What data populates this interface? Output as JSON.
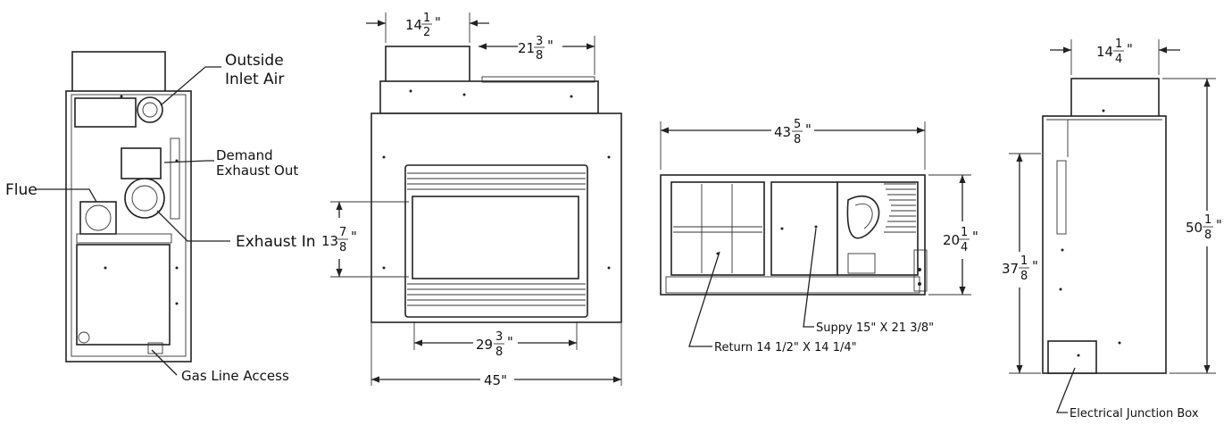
{
  "side_view": {
    "labels": {
      "outside_inlet_air_line1": "Outside",
      "outside_inlet_air_line2": "Inlet Air",
      "demand_exhaust_line1": "Demand",
      "demand_exhaust_line2": "Exhaust Out",
      "flue": "Flue",
      "exhaust_in": "Exhaust In",
      "gas_line_access": "Gas Line Access"
    }
  },
  "front_view": {
    "dims": {
      "collar_width_whole": "14",
      "collar_width_num": "1",
      "collar_width_den": "2",
      "collar_width_unit": "\"",
      "top_offset_whole": "21",
      "top_offset_num": "3",
      "top_offset_den": "8",
      "top_offset_unit": "\"",
      "opening_height_whole": "13",
      "opening_height_num": "7",
      "opening_height_den": "8",
      "opening_height_unit": "\"",
      "opening_width_whole": "29",
      "opening_width_num": "3",
      "opening_width_den": "8",
      "opening_width_unit": "\"",
      "overall_width": "45\""
    }
  },
  "top_view": {
    "dims": {
      "width_whole": "43",
      "width_num": "5",
      "width_den": "8",
      "width_unit": "\"",
      "depth_whole": "20",
      "depth_num": "1",
      "depth_den": "4",
      "depth_unit": "\""
    },
    "labels": {
      "supply": "Suppy 15\" X 21 3/8\"",
      "return": "Return 14 1/2\" X 14 1/4\""
    }
  },
  "right_view": {
    "dims": {
      "collar_width_whole": "14",
      "collar_width_num": "1",
      "collar_width_den": "4",
      "collar_width_unit": "\"",
      "lower_height_whole": "37",
      "lower_height_num": "1",
      "lower_height_den": "8",
      "lower_height_unit": "\"",
      "overall_height_whole": "50",
      "overall_height_num": "1",
      "overall_height_den": "8",
      "overall_height_unit": "\""
    },
    "labels": {
      "electrical_junction_box": "Electrical Junction Box"
    }
  },
  "colors": {
    "line": "#222222",
    "background": "#ffffff"
  }
}
